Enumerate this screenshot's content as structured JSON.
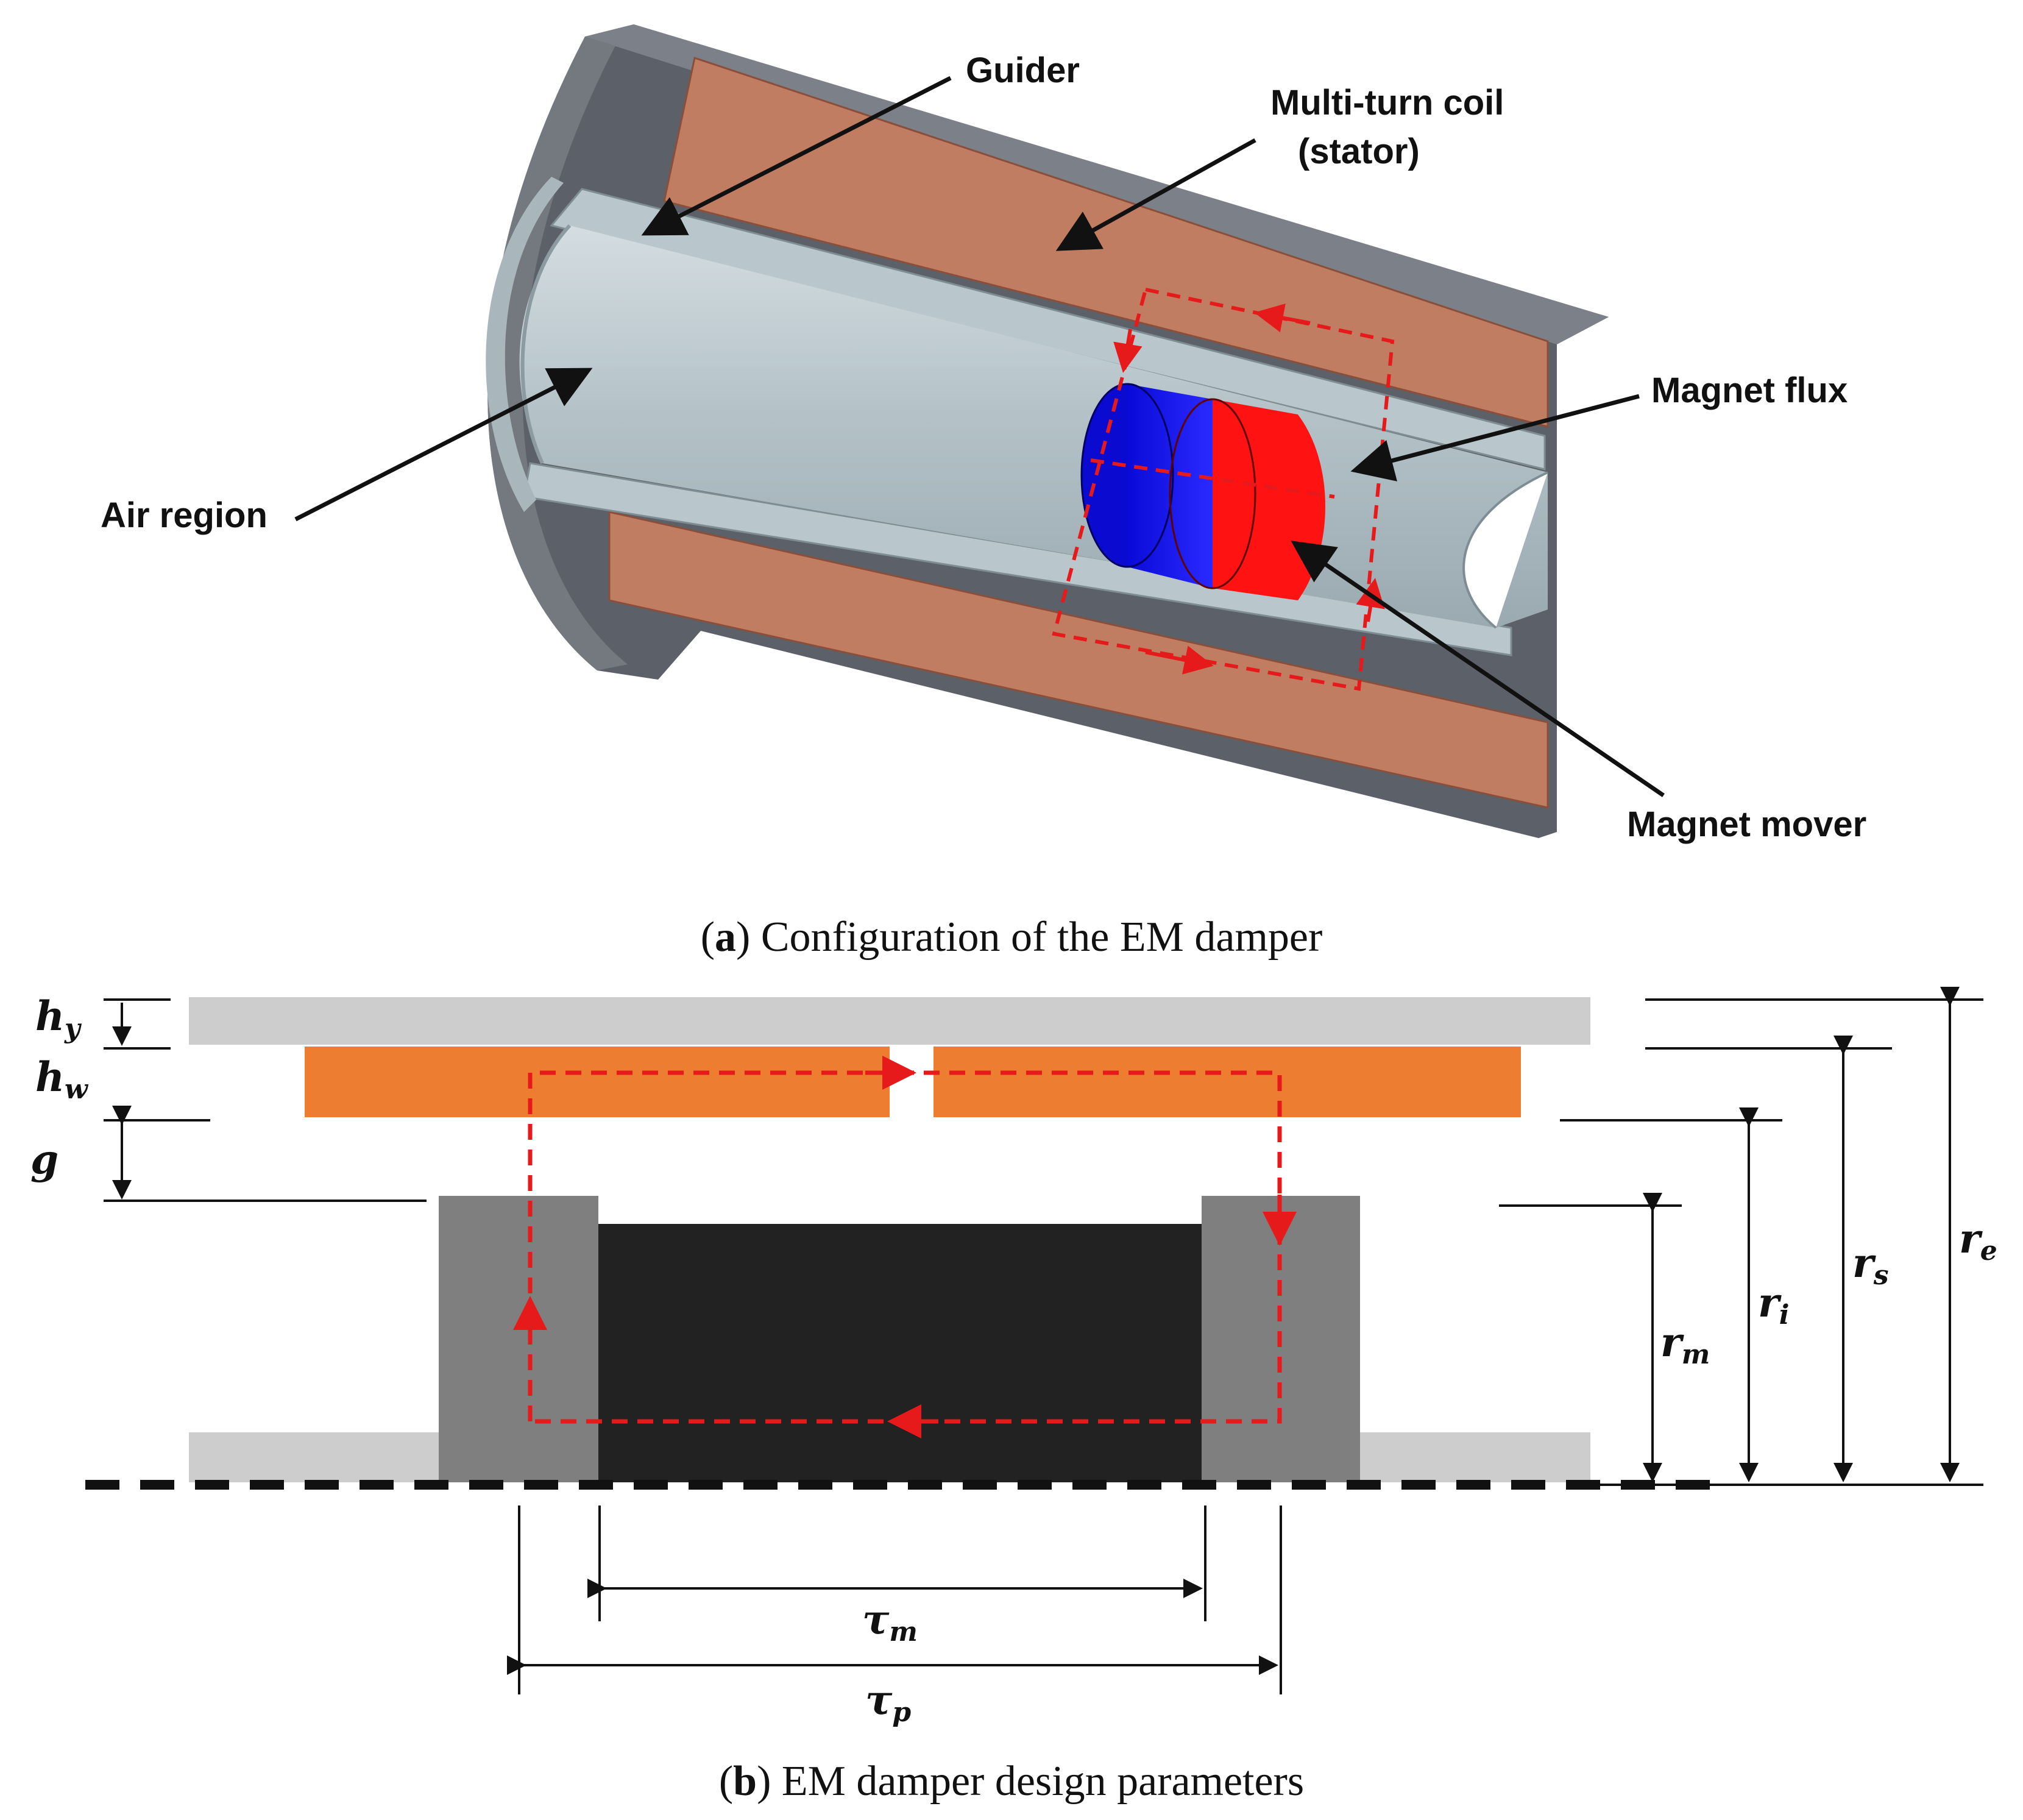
{
  "panel_a": {
    "callouts": {
      "guider": "Guider",
      "coil_line1": "Multi-turn coil",
      "coil_line2": "(stator)",
      "magnet_flux": "Magnet flux",
      "air_region": "Air region",
      "magnet_mover": "Magnet mover"
    },
    "caption": {
      "open": "(",
      "letter": "a",
      "rest": ") Configuration of the EM damper"
    }
  },
  "panel_b": {
    "symbols": {
      "hy": {
        "base": "h",
        "sub": "y"
      },
      "hw": {
        "base": "h",
        "sub": "w"
      },
      "g": {
        "base": "g",
        "sub": ""
      },
      "rm": {
        "base": "r",
        "sub": "m"
      },
      "ri": {
        "base": "r",
        "sub": "i"
      },
      "rs": {
        "base": "r",
        "sub": "s"
      },
      "re": {
        "base": "r",
        "sub": "e"
      },
      "tau_m": {
        "base": "τ",
        "sub": "m"
      },
      "tau_p": {
        "base": "τ",
        "sub": "p"
      }
    },
    "caption": {
      "open": "(",
      "letter": "b",
      "rest": ") EM damper design parameters"
    }
  },
  "colors": {
    "housing": "#5c6068",
    "coil": "#c07d62",
    "guider": "#b9c6cc",
    "magnet_north": "#1010e6",
    "magnet_south": "#ff1212",
    "flux_path": "#e61a1a",
    "yoke": "#cdcdcd",
    "winding": "#ed7d31",
    "pole": "#7f7f7f",
    "magnet_core": "#222222"
  }
}
